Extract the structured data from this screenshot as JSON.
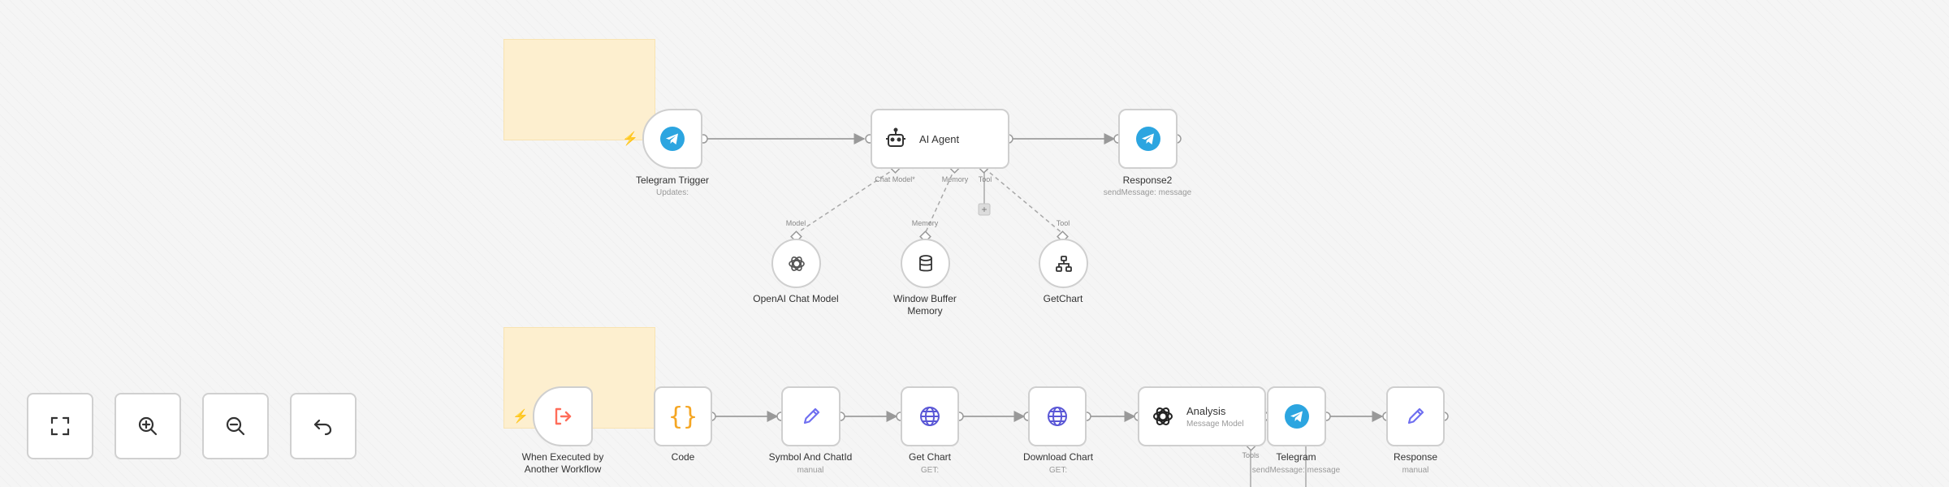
{
  "colors": {
    "accent": "#ff6d5a",
    "telegram": "#2ca5e0",
    "edit": "#6f6ff0",
    "http": "#5a57d6",
    "code": "#f5a623",
    "sticky": "#fdefcf"
  },
  "controls": [
    {
      "name": "zoom-to-fit",
      "icon": "fullscreen-icon"
    },
    {
      "name": "zoom-in",
      "icon": "zoom-in-icon"
    },
    {
      "name": "zoom-out",
      "icon": "zoom-out-icon"
    },
    {
      "name": "reset-zoom",
      "icon": "undo-icon"
    }
  ],
  "workflow1": {
    "telegram_trigger": {
      "title": "Telegram Trigger",
      "subtitle": "Updates:",
      "icon": "telegram-icon"
    },
    "ai_agent": {
      "title": "AI Agent",
      "icon": "robot-icon",
      "handles": {
        "chat_model": "Chat Model*",
        "memory": "Memory",
        "tool": "Tool"
      }
    },
    "response2": {
      "title": "Response2",
      "subtitle": "sendMessage: message",
      "icon": "telegram-icon"
    },
    "openai_chat_model": {
      "title": "OpenAI Chat Model",
      "icon": "openai-icon",
      "handle": "Model"
    },
    "window_buffer_memory": {
      "title": "Window Buffer Memory",
      "icon": "database-icon",
      "handle": "Memory"
    },
    "getchart": {
      "title": "GetChart",
      "icon": "workflow-icon",
      "handle": "Tool"
    }
  },
  "workflow2": {
    "when_executed": {
      "title": "When Executed by Another Workflow",
      "icon": "sign-in-icon"
    },
    "code": {
      "title": "Code",
      "icon": "braces-icon"
    },
    "symbol_and_chatid": {
      "title": "Symbol And ChatId",
      "subtitle": "manual",
      "icon": "pencil-icon"
    },
    "get_chart": {
      "title": "Get Chart",
      "subtitle": "GET:",
      "icon": "globe-icon"
    },
    "download_chart": {
      "title": "Download Chart",
      "subtitle": "GET:",
      "icon": "globe-icon"
    },
    "analysis": {
      "title": "Analysis",
      "subtitle": "Message Model",
      "icon": "openai-icon",
      "handle": "Tools"
    },
    "telegram": {
      "title": "Telegram",
      "subtitle": "sendMessage: message",
      "icon": "telegram-icon"
    },
    "response": {
      "title": "Response",
      "subtitle": "manual",
      "icon": "pencil-icon"
    }
  }
}
